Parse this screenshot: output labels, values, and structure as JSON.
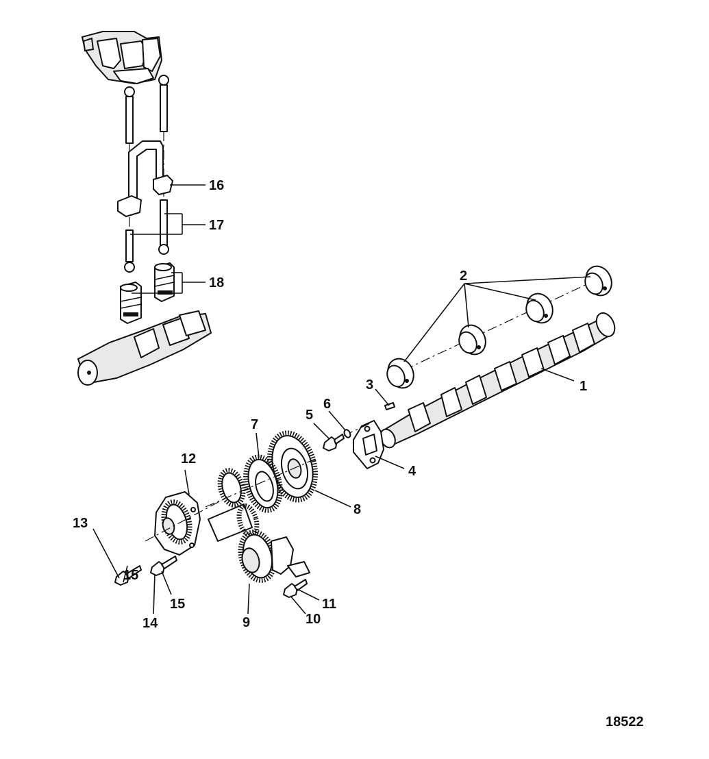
{
  "diagram": {
    "figure_number": "18522",
    "callouts": {
      "c1": "1",
      "c2": "2",
      "c3": "3",
      "c4": "4",
      "c5": "5",
      "c6": "6",
      "c7": "7",
      "c8": "8",
      "c9": "9",
      "c10": "10",
      "c11": "11",
      "c12": "12",
      "c13": "13",
      "c14": "14",
      "c15a": "15",
      "c15b": "15",
      "c16": "16",
      "c17": "17",
      "c18": "18"
    }
  }
}
